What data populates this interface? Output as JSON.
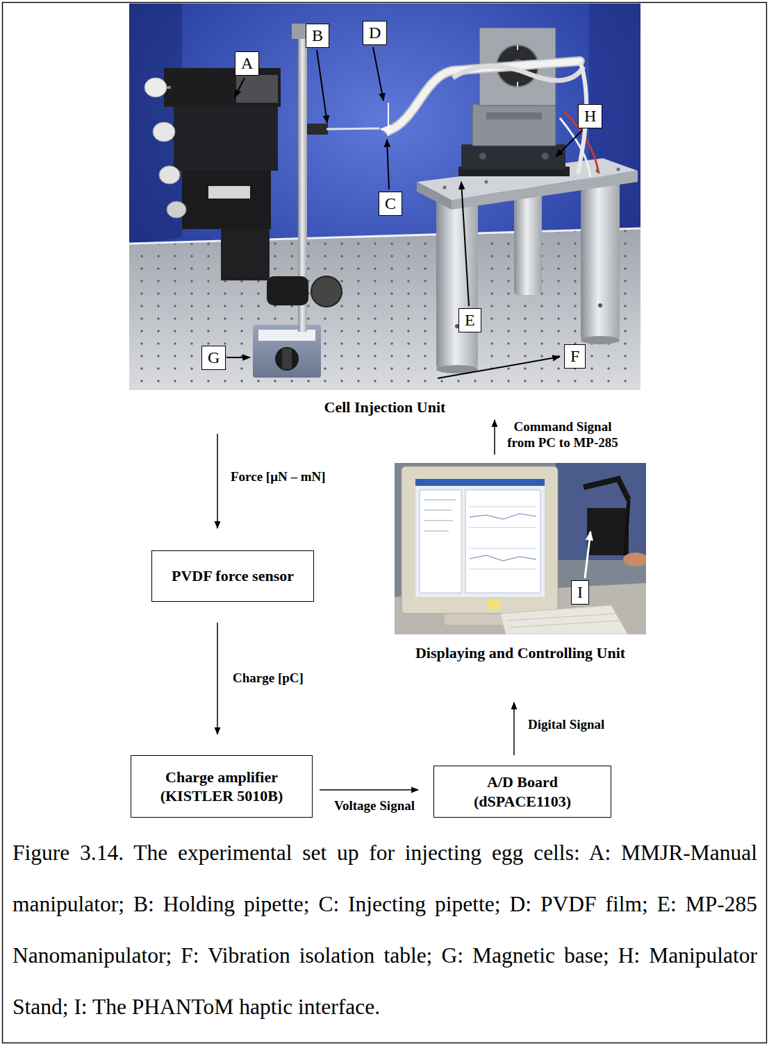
{
  "diagram": {
    "caption": "Figure 3.14. The experimental set up for injecting egg cells: A: MMJR-Manual manipulator; B: Holding pipette; C: Injecting pipette; D: PVDF film; E: MP-285 Nanomanipulator; F: Vibration isolation table; G: Magnetic base; H: Manipulator Stand; I: The PHANToM haptic interface.",
    "nodes": [
      {
        "text": [
          "Cell Injection Unit"
        ]
      },
      {
        "text": [
          "A"
        ],
        "in": 0
      },
      {
        "text": [
          "B"
        ],
        "in": 0
      },
      {
        "text": [
          "D"
        ],
        "in": 0
      },
      {
        "text": [
          "H"
        ],
        "in": 0
      },
      {
        "text": [
          "C"
        ],
        "in": 0
      },
      {
        "text": [
          "E"
        ],
        "in": 0
      },
      {
        "text": [
          "G"
        ],
        "in": 0
      },
      {
        "text": [
          "F"
        ],
        "in": 0
      },
      {
        "text": [
          "PVDF force sensor"
        ]
      },
      {
        "text": [
          "Charge amplifier (KISTLER 5010B)"
        ]
      },
      {
        "text": [
          "A/D Board (dSPACE1103)"
        ]
      },
      {
        "text": [
          "Displaying and Controlling Unit"
        ]
      },
      {
        "text": [
          "I"
        ],
        "in": 12
      }
    ],
    "edges": [
      {
        "from": 0,
        "to": 9,
        "label": "Force [μN – mN]",
        "arrow": "to"
      },
      {
        "from": 9,
        "to": 10,
        "label": "Charge [pC]",
        "arrow": "to"
      },
      {
        "from": 10,
        "to": 11,
        "label": "Voltage Signal",
        "arrow": "to"
      },
      {
        "from": 11,
        "to": 12,
        "label": "Digital Signal",
        "arrow": "to"
      },
      {
        "from": 12,
        "to": 0,
        "label": "Command Signal from PC to MP-285",
        "arrow": "to"
      }
    ]
  }
}
